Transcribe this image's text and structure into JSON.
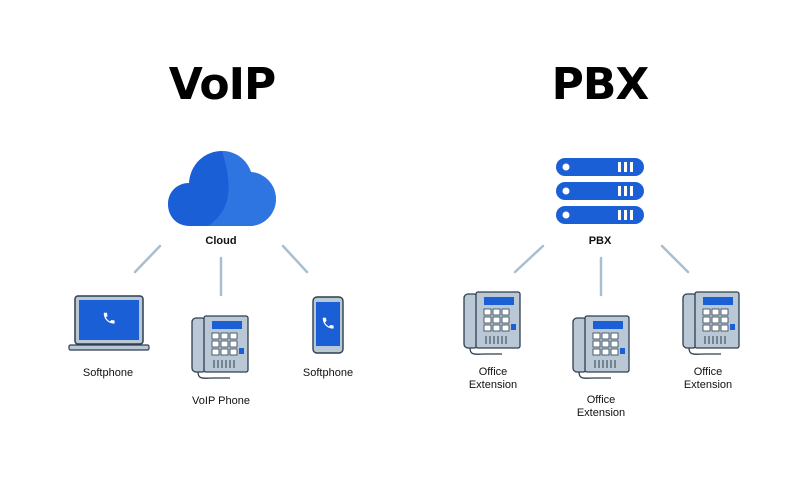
{
  "voip": {
    "title": "VoIP",
    "hub_label": "Cloud",
    "devices": [
      {
        "label": "Softphone"
      },
      {
        "label": "VoIP Phone"
      },
      {
        "label": "Softphone"
      }
    ]
  },
  "pbx": {
    "title": "PBX",
    "hub_label": "PBX",
    "devices": [
      {
        "line1": "Office",
        "line2": "Extension"
      },
      {
        "line1": "Office",
        "line2": "Extension"
      },
      {
        "line1": "Office",
        "line2": "Extension"
      }
    ]
  },
  "colors": {
    "accent_blue": "#1a5fd6",
    "phone_gray": "#b9c8d4",
    "phone_outline": "#2c3e50",
    "connector": "#a9bfcf"
  },
  "icons": [
    "cloud-icon",
    "laptop-icon",
    "desk-phone-icon",
    "smartphone-icon",
    "server-rack-icon"
  ]
}
